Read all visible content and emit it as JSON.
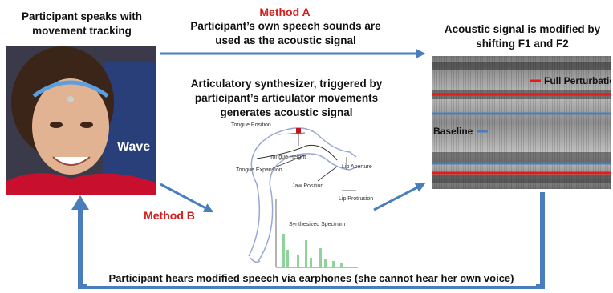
{
  "captions": {
    "participant_tracking": [
      "Participant speaks with",
      "movement tracking"
    ],
    "method_a_label": "Method A",
    "method_a_desc": [
      "Participant’s own speech sounds are",
      "used as the acoustic signal"
    ],
    "synth_desc": [
      "Articulatory synthesizer, triggered by",
      "participant’s articulator movements",
      "generates acoustic signal"
    ],
    "method_b_label": "Method B",
    "acoustic_modified": [
      "Acoustic signal is modified by",
      "shifting F1 and F2"
    ],
    "bottom_feedback": "Participant hears modified speech via earphones (she cannot hear her own voice)"
  },
  "photo": {
    "banner_text": "Wave"
  },
  "vocal_tract_labels": {
    "tongue_position": "Tongue Position",
    "tongue_height": "Tongue Height",
    "tongue_expansion": "Tongue Expansion",
    "jaw_position": "Jaw Position",
    "lip_aperture": "Lip Aperture",
    "lip_protrusion": "Lip Protrusion",
    "synthesized_spectrum": "Synthesized Spectrum"
  },
  "spectrogram": {
    "full_perturbation": "Full Perturbation",
    "baseline": "Baseline"
  },
  "colors": {
    "arrow": "#4a7ebb",
    "accent_red": "#d21f1f",
    "baseline_blue": "#4a7ebb",
    "perturbation_red": "#e01c1c",
    "spectrum_green": "#8fd39a"
  }
}
